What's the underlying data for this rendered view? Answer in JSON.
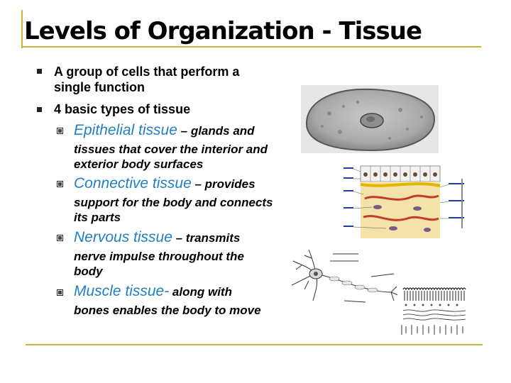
{
  "slide": {
    "title": "Levels of Organization - Tissue",
    "bullets": [
      {
        "line1": "A group of cells that perform a",
        "line2": "single function"
      },
      {
        "line1": "4 basic types of tissue"
      }
    ],
    "subbullets": [
      {
        "term": "Epithelial tissue",
        "lead": " – glands and",
        "rest1": "tissues that cover the interior and",
        "rest2": "exterior body surfaces"
      },
      {
        "term": "Connective tissue",
        "lead": " – provides",
        "rest1": "support for the body and connects",
        "rest2": "its parts"
      },
      {
        "term": "Nervous tissue",
        "lead": " – transmits",
        "rest1": "nerve impulse throughout the",
        "rest2": "body"
      },
      {
        "term": "Muscle tissue-",
        "lead": " along with",
        "rest1": "bones enables the body to move"
      }
    ]
  },
  "colors": {
    "accent": "#c9b23c",
    "term": "#1f7fc2"
  },
  "images": {
    "epithelial": "epithelial cell micrograph",
    "connective": "connective tissue diagram",
    "neuron": "neuron drawing",
    "muscle": "muscle tissue drawing"
  }
}
